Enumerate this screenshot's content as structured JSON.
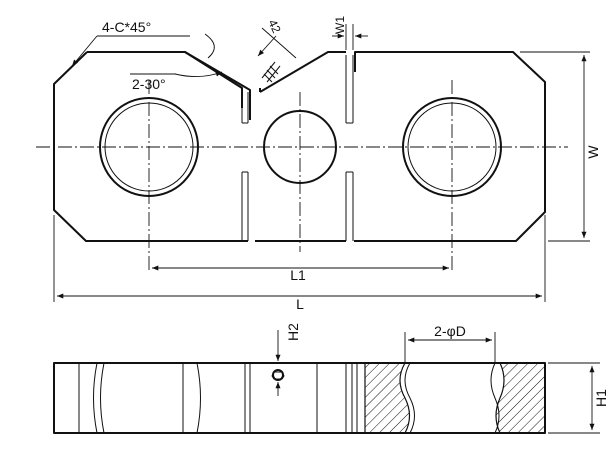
{
  "labels": {
    "chamfer": "4-C*45°",
    "angle": "2-30°",
    "slot_depth": "42",
    "slot_width": "W1",
    "width": "W",
    "center_distance": "L1",
    "length": "L",
    "pin_height": "H2",
    "hole_diameter": "2-φD",
    "thickness": "H1"
  }
}
